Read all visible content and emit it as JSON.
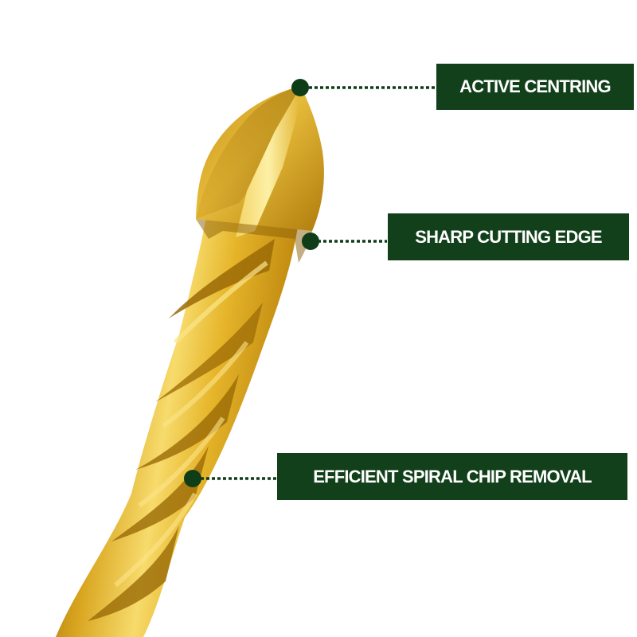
{
  "colors": {
    "label_bg": "#12401a",
    "label_text": "#ffffff",
    "marker": "#0f3d17",
    "gold_dark": "#a8780a",
    "gold_mid": "#e0b224",
    "gold_light": "#f8dc6a",
    "background": "#ffffff"
  },
  "callouts": [
    {
      "label": "ACTIVE CENTRING"
    },
    {
      "label": "SHARP CUTTING EDGE"
    },
    {
      "label": "EFFICIENT SPIRAL CHIP REMOVAL"
    }
  ]
}
